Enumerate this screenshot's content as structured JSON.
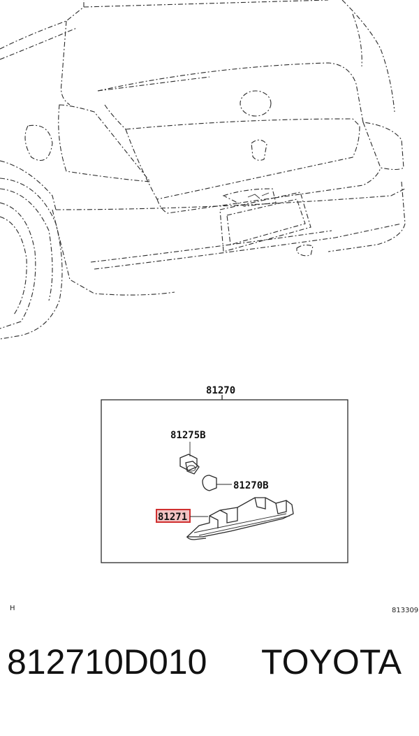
{
  "diagram": {
    "assembly_label": "81270",
    "bulb_socket_label": "81275B",
    "bulb_label": "81270B",
    "highlighted_part_label": "81271",
    "corner_mark": "H",
    "figure_code": "813309"
  },
  "footer": {
    "part_number": "812710D010",
    "brand": "TOYOTA"
  },
  "colors": {
    "highlight_fill": "#f2c4c4",
    "highlight_stroke": "#d03030"
  }
}
